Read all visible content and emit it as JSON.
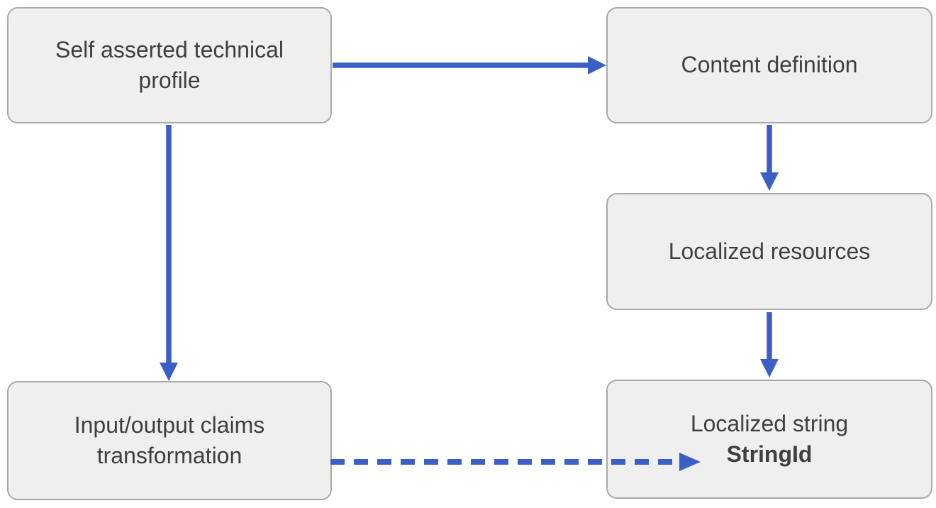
{
  "diagram": {
    "nodes": [
      {
        "id": "self-asserted-technical-profile",
        "label": "Self asserted technical profile"
      },
      {
        "id": "content-definition",
        "label": "Content definition"
      },
      {
        "id": "localized-resources",
        "label": "Localized resources"
      },
      {
        "id": "input-output-claims-transformation",
        "label": "Input/output claims transformation"
      },
      {
        "id": "localized-string",
        "label": "Localized string",
        "sublabel": "StringId"
      }
    ],
    "edges": [
      {
        "from": "self-asserted-technical-profile",
        "to": "content-definition",
        "style": "solid",
        "direction": "right"
      },
      {
        "from": "self-asserted-technical-profile",
        "to": "input-output-claims-transformation",
        "style": "solid",
        "direction": "down"
      },
      {
        "from": "content-definition",
        "to": "localized-resources",
        "style": "solid",
        "direction": "down"
      },
      {
        "from": "localized-resources",
        "to": "localized-string",
        "style": "solid",
        "direction": "down"
      },
      {
        "from": "input-output-claims-transformation",
        "to": "localized-string",
        "style": "dashed",
        "direction": "right",
        "points_at": "StringId"
      }
    ]
  },
  "colors": {
    "arrow": "#3B5FC4",
    "node_fill": "#EFEFEF",
    "node_border": "#A9A9A9",
    "node_text": "#3F3F3F",
    "background": "#FFFFFF"
  }
}
